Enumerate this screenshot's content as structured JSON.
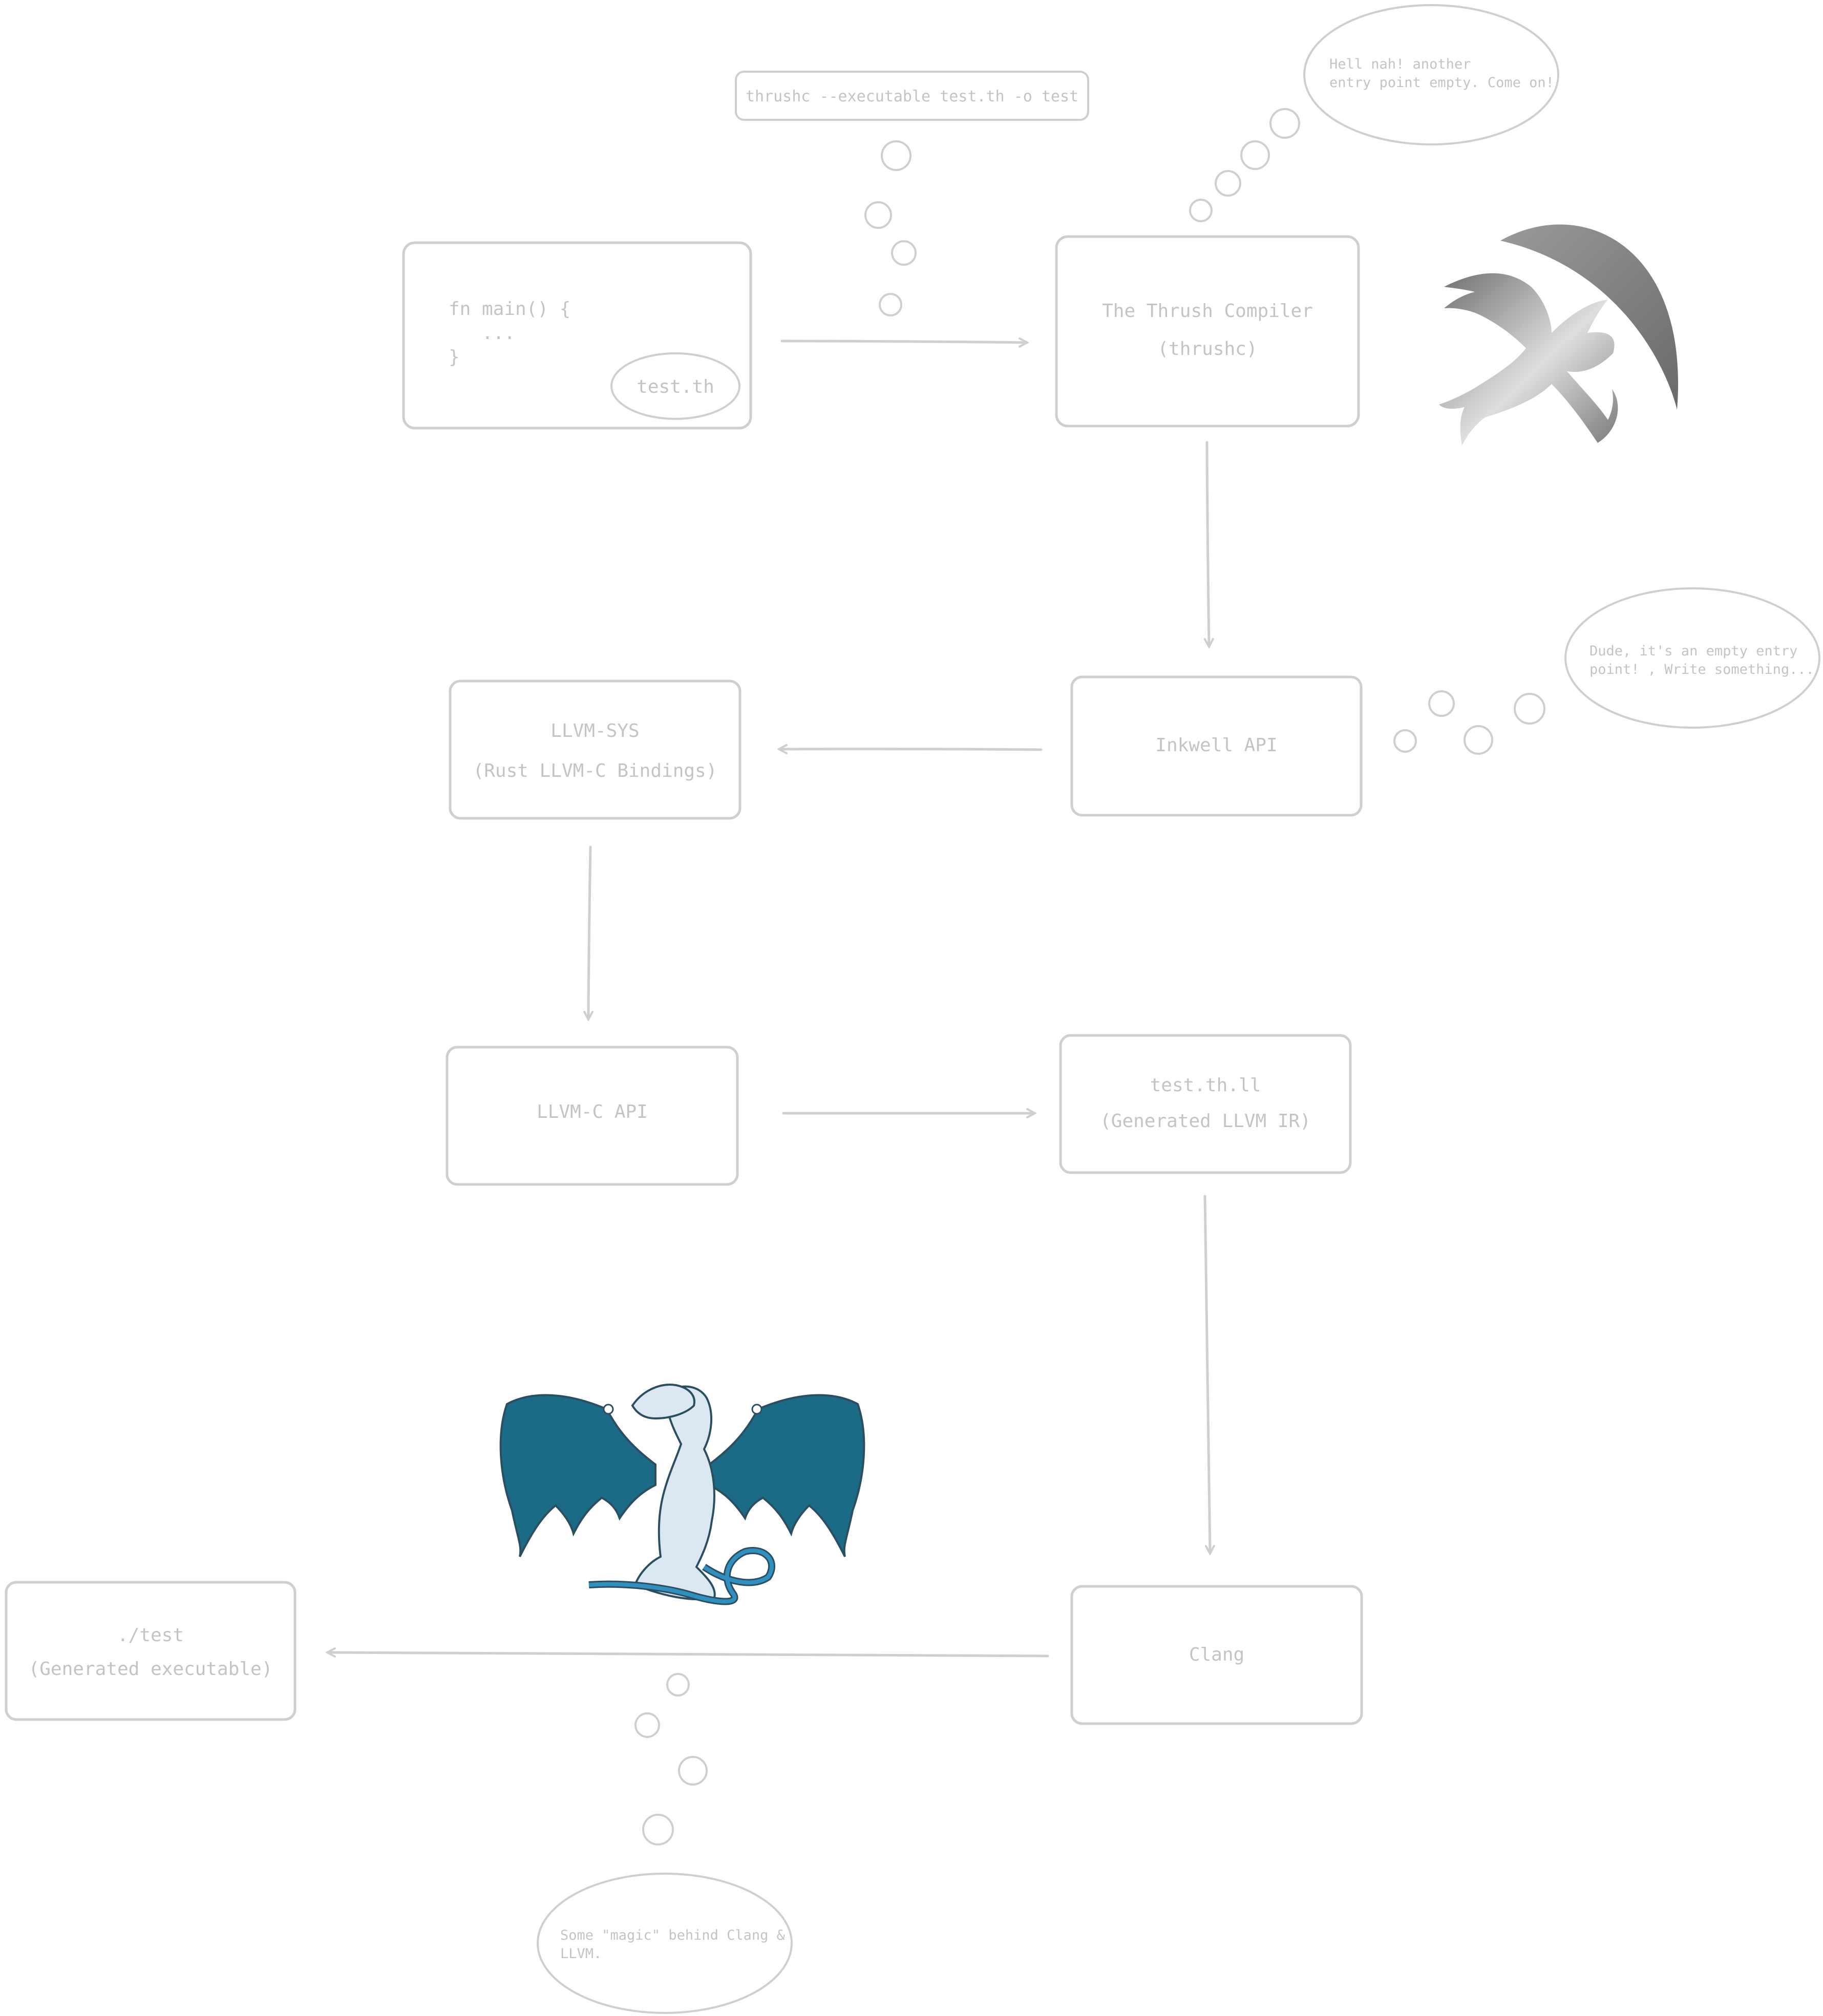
{
  "source_box": {
    "code_line1": "fn main() {",
    "code_line2": "   ...",
    "code_line3": "}",
    "filename": "test.th"
  },
  "command": "thrushc --executable test.th -o test",
  "compiler": {
    "line1": "The Thrush Compiler",
    "line2": "(thrushc)"
  },
  "compiler_thought": {
    "line1": "Hell nah! another",
    "line2": "entry point empty. Come on!"
  },
  "inkwell": {
    "label": "Inkwell API"
  },
  "inkwell_thought": {
    "line1": "Dude, it's an empty entry",
    "line2": "point! , Write something..."
  },
  "llvm_sys": {
    "line1": "LLVM-SYS",
    "line2": "(Rust LLVM-C Bindings)"
  },
  "llvm_c": {
    "label": "LLVM-C API"
  },
  "llvm_ir": {
    "line1": "test.th.ll",
    "line2": "(Generated LLVM IR)"
  },
  "clang": {
    "label": "Clang"
  },
  "executable": {
    "line1": "./test",
    "line2": "(Generated executable)"
  },
  "clang_thought": {
    "line1": "Some \"magic\" behind Clang &",
    "line2": "LLVM."
  },
  "colors": {
    "stroke": "#cfcfcf",
    "text": "#c4c4c4",
    "dragon_teal": "#1b6b86",
    "dragon_light": "#dbe8f2",
    "thrush_gray": "#8f8f8f"
  }
}
